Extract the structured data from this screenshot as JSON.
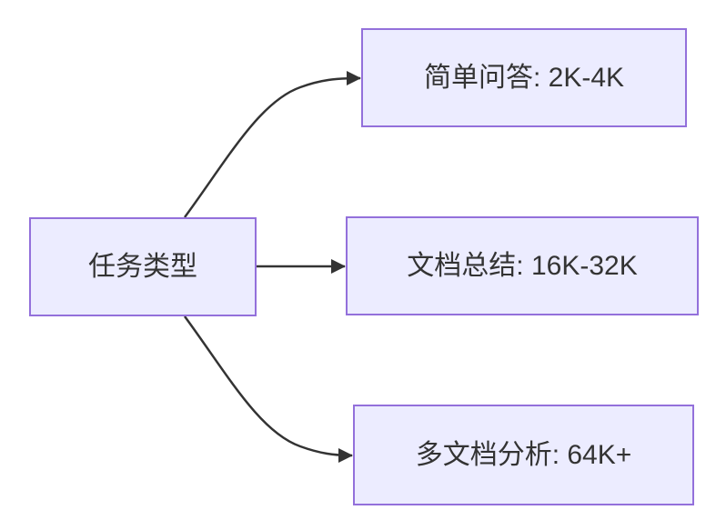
{
  "diagram": {
    "type": "flowchart-lr",
    "colors": {
      "background": "#ffffff",
      "node_fill": "#ECECFF",
      "node_border": "#9370DB",
      "edge": "#333333",
      "text": "#333333"
    },
    "nodes": [
      {
        "id": "task-type",
        "label": "任务类型",
        "role": "root"
      },
      {
        "id": "simple-qa",
        "label": "简单问答: 2K-4K"
      },
      {
        "id": "doc-summary",
        "label": "文档总结: 16K-32K"
      },
      {
        "id": "multi-doc-analysis",
        "label": "多文档分析: 64K+"
      }
    ],
    "edges": [
      {
        "from": "task-type",
        "to": "simple-qa"
      },
      {
        "from": "task-type",
        "to": "doc-summary"
      },
      {
        "from": "task-type",
        "to": "multi-doc-analysis"
      }
    ]
  }
}
